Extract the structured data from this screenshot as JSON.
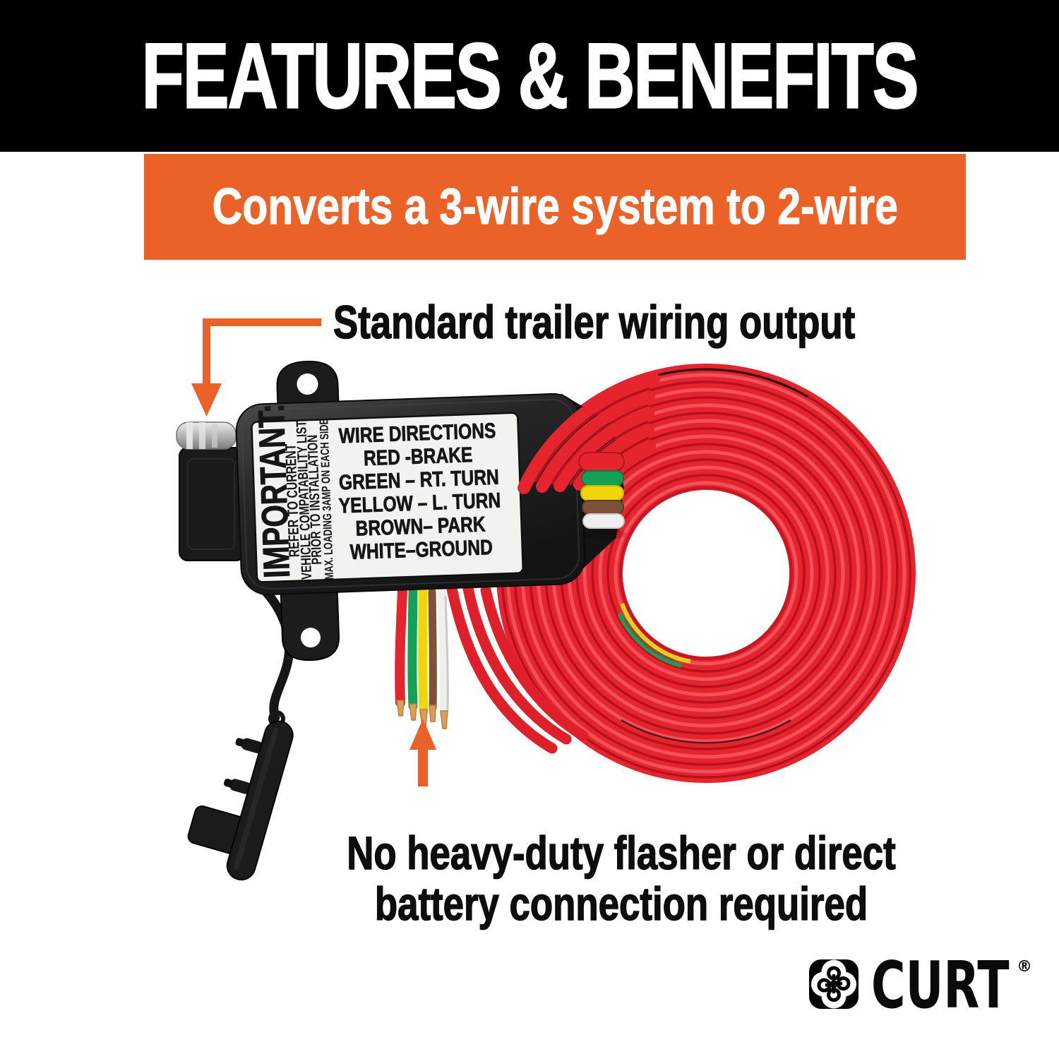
{
  "header": {
    "title": "FEATURES & BENEFITS"
  },
  "subheader": {
    "text": "Converts a 3-wire system to 2-wire"
  },
  "callout_output": {
    "text": "Standard trailer wiring output"
  },
  "callout_flasher": {
    "line1": "No heavy-duty flasher or direct",
    "line2": "battery connection required"
  },
  "module_label": {
    "heading": "IMPORTANT:",
    "notes": [
      "REFER TO CURRENT",
      "VEHICLE COMPATABILITY LIST",
      "PRIOR TO INSTALLATION",
      "MAX. LOADING 3AMP ON EACH SIDE"
    ],
    "directions_title": "WIRE DIRECTIONS",
    "directions": [
      "RED -BRAKE",
      "GREEN – RT. TURN",
      "YELLOW – L. TURN",
      "BROWN– PARK",
      "WHITE–GROUND"
    ]
  },
  "brand": {
    "wordmark": "CURT",
    "registered": "®"
  },
  "colors": {
    "header_bg": "#000000",
    "accent_orange": "#EA6227",
    "wire_red": "#E5242E",
    "wire_green": "#14A057",
    "wire_yellow": "#EFD50A",
    "wire_brown": "#7E5138",
    "wire_white": "#EFEFEF",
    "copper": "#D9A05C"
  }
}
